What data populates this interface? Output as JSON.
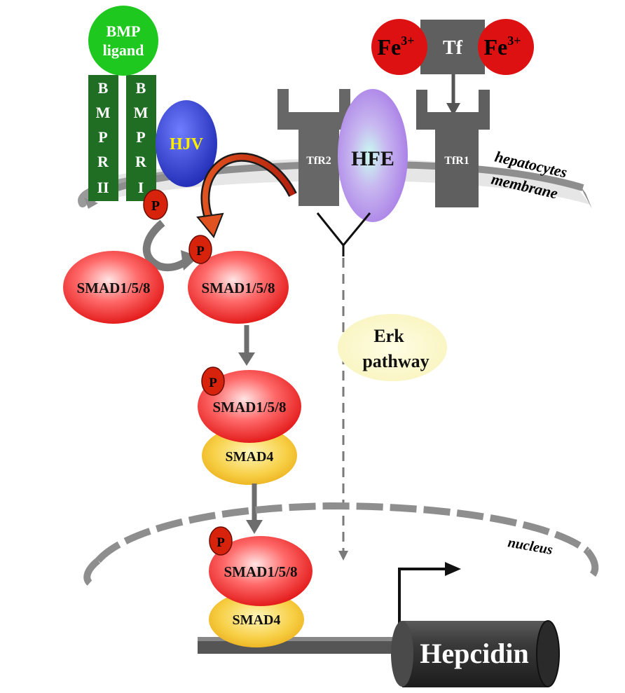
{
  "colors": {
    "bmp_green": "#1fc81f",
    "receptor_green": "#1f6e23",
    "hjv_blue": "#2736c9",
    "hjv_text": "#ffee00",
    "iron_red": "#dd1111",
    "receptor_gray": "#676767",
    "hfe_purple": "#b88ee8",
    "smad_red": "#ee1a1a",
    "smad4_yellow": "#f4c029",
    "phospho_red": "#d8230c",
    "erk_fill": "#fbf8c9",
    "membrane_gray": "#8e8e8e",
    "arrow_gray": "#6d6d6d",
    "curved_arrow_red": "#d33a18"
  },
  "labels": {
    "bmp_ligand_line1": "BMP",
    "bmp_ligand_line2": "ligand",
    "bmpr2": [
      "B",
      "M",
      "P",
      "R",
      "II"
    ],
    "bmpr1": [
      "B",
      "M",
      "P",
      "R",
      "I"
    ],
    "hjv": "HJV",
    "fe_left": "Fe",
    "fe_left_sup": "3+",
    "tf": "Tf",
    "fe_right": "Fe",
    "fe_right_sup": "3+",
    "tfr2": "TfR2",
    "hfe": "HFE",
    "tfr1": "TfR1",
    "membrane_line1": "hepatocytes",
    "membrane_line2": "membrane",
    "phospho": "P",
    "smad158": "SMAD1/5/8",
    "smad4": "SMAD4",
    "erk_line1": "Erk",
    "erk_line2": "pathway",
    "nucleus": "nucleus",
    "hepcidin": "Hepcidin"
  }
}
